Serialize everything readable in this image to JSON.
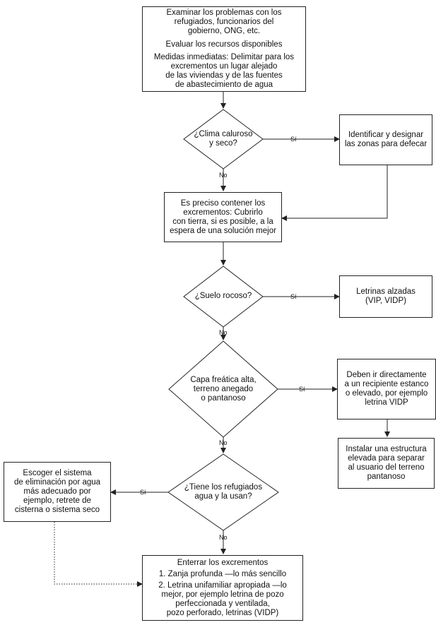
{
  "start_box": {
    "p1": [
      "Examinar los problemas con los",
      "refugiados, funcionarios del",
      "gobierno, ONG, etc."
    ],
    "p2": [
      "Evaluar los recursos disponibles"
    ],
    "p3": [
      "Medidas inmediatas: Delimitar para los",
      "excrementos un lugar alejado",
      "de las viviendas y de las fuentes",
      "de abastecimiento de agua"
    ]
  },
  "d1": [
    "¿Clima caluroso",
    "y seco?"
  ],
  "defecate_box": [
    "Identificar y designar",
    "las zonas para defecar"
  ],
  "contain_box": [
    "Es preciso contener los",
    "excrementos: Cubrirlo",
    "con tierra, si es posible, a la",
    "espera de una solución mejor"
  ],
  "d2": [
    "¿Suelo rocoso?"
  ],
  "raised_box": [
    "Letrinas alzadas",
    "(VIP, VIDP)"
  ],
  "d3": [
    "Capa freática alta,",
    "terreno anegado",
    "o pantanoso"
  ],
  "sealed_box": [
    "Deben ir directamente",
    "a un recipiente estanco",
    "o elevado, por ejemplo",
    "letrina VIDP"
  ],
  "structure_box": [
    "Instalar una estructura",
    "elevada para separar",
    "al usuario del terreno",
    "pantanoso"
  ],
  "d4": [
    "¿Tiene los refugiados",
    "agua y la usan?"
  ],
  "water_box": [
    "Escoger el sistema",
    "de eliminación por agua",
    "más adecuado por",
    "ejemplo, retrete de",
    "cisterna o sistema seco"
  ],
  "bury_box": {
    "title": [
      "Enterrar los excrementos"
    ],
    "item1": [
      "1. Zanja profunda —lo más sencillo"
    ],
    "item2": [
      "2. Letrina unifamiliar apropiada —lo",
      "mejor, por ejemplo letrina de pozo",
      "perfeccionada y ventilada,",
      "pozo perforado, letrinas (VIDP)"
    ]
  },
  "labels": {
    "yes1": "Sí",
    "no1": "No",
    "yes2": "Sí",
    "no2": "No",
    "yes3": "Sí",
    "no3": "No",
    "yes4": "Sí",
    "no4": "No"
  }
}
